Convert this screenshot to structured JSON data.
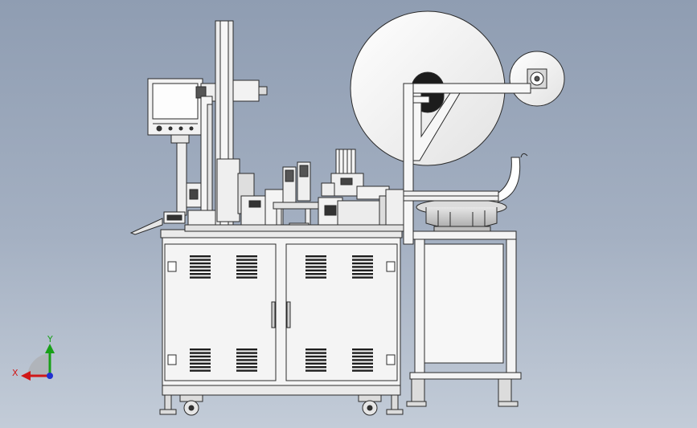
{
  "viewport": {
    "background_top": "#8f9db2",
    "background_bottom": "#c3ccd8",
    "line_color": "#2b2b2b",
    "body_color": "#f4f4f4"
  },
  "triad": {
    "x_label": "X",
    "y_label": "Y",
    "x_color": "#d01818",
    "y_color": "#18a018",
    "z_color": "#2030d0"
  },
  "machine": {
    "cabinet_vents": 8,
    "door_handles": 2,
    "casters": 2,
    "leveling_feet": 4
  }
}
